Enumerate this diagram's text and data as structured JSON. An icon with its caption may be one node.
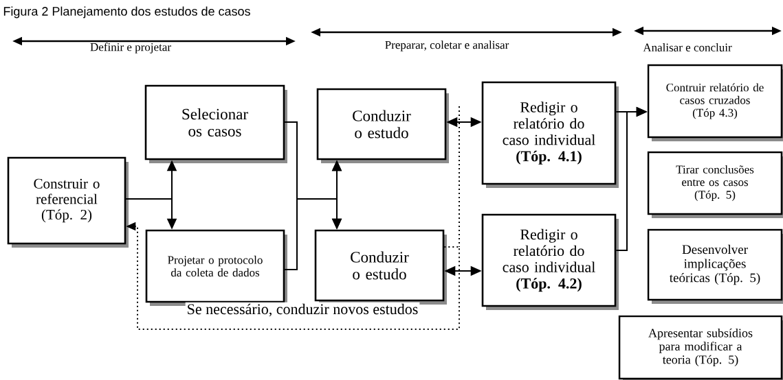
{
  "diagram": {
    "title": "Figura 2 Planejamento dos estudos de casos",
    "nodes": [
      {
        "text": [
          "Construir o referencial (Tóp. 2)"
        ]
      },
      {
        "text": [
          "Selecionar os casos"
        ]
      },
      {
        "text": [
          "Projetar o protocolo da coleta de dados"
        ]
      },
      {
        "text": [
          "Conduzir o estudo"
        ]
      },
      {
        "text": [
          "Conduzir o estudo"
        ]
      },
      {
        "text": [
          "Redigir o relatório do caso individual **(Tóp. 4.1)**"
        ]
      },
      {
        "text": [
          "Redigir o relatório do caso individual **(Tóp. 4.2)**"
        ]
      },
      {
        "text": [
          "Contruir relatório de casos cruzados (Tóp 4.3)"
        ]
      },
      {
        "text": [
          "Tirar conclusões entre os casos (Tóp. 5)"
        ]
      },
      {
        "text": [
          "Desenvolver implicações teóricas (Tóp. 5)"
        ]
      },
      {
        "text": [
          "Apresentar subsídios para modificar a teoria (Tóp. 5)"
        ]
      }
    ],
    "edges": [
      {
        "from": 0,
        "to": 1,
        "arrow": "to"
      },
      {
        "from": 0,
        "to": 2,
        "arrow": "to"
      },
      {
        "from": 1,
        "to": 3,
        "arrow": "to"
      },
      {
        "from": 1,
        "to": 4,
        "arrow": "to"
      },
      {
        "from": 2,
        "to": 3,
        "arrow": "to"
      },
      {
        "from": 2,
        "to": 4,
        "arrow": "to"
      },
      {
        "from": 3,
        "to": 5,
        "arrow": "both"
      },
      {
        "from": 4,
        "to": 6,
        "arrow": "both"
      },
      {
        "from": 5,
        "to": 7,
        "arrow": "to"
      },
      {
        "from": 6,
        "to": 7,
        "arrow": "to"
      },
      {
        "from": 4,
        "to": 0,
        "arrow": "to",
        "style": "dashed",
        "label": "Se necessário, conduzir novos estudos"
      }
    ],
    "labels": [
      "Definir e projetar",
      "Preparar, coletar e analisar",
      "Analisar e concluir"
    ]
  }
}
